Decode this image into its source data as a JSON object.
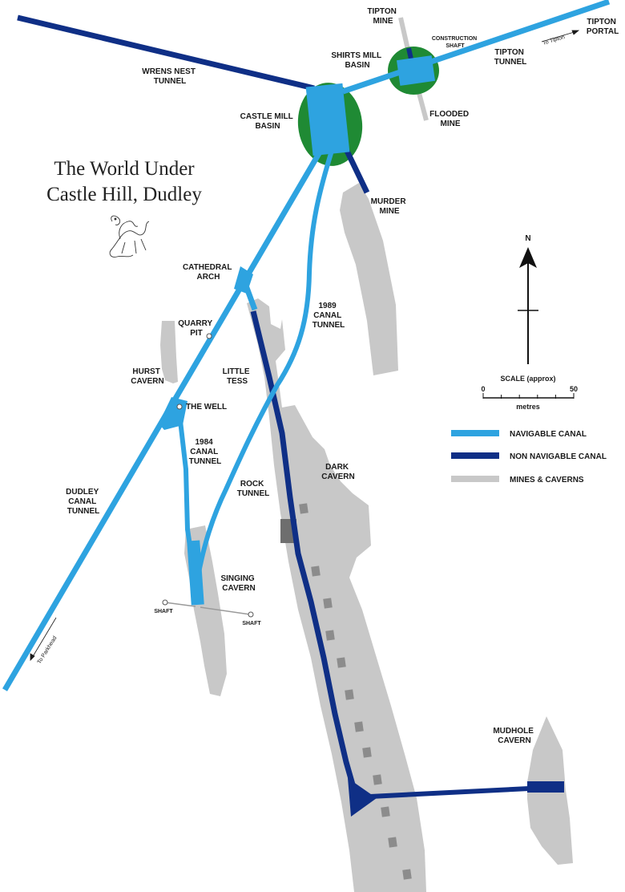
{
  "title_line1": "The World Under",
  "title_line2": "Castle Hill, Dudley",
  "colors": {
    "navigable": "#2ea3e0",
    "non_navigable": "#0f2f86",
    "mines": "#c8c8c8",
    "basin_green": "#1f8a34",
    "label": "#1a1a1a"
  },
  "labels": {
    "tipton_mine": [
      "TIPTON",
      "MINE"
    ],
    "construction_shaft": [
      "CONSTRUCTION",
      "SHAFT"
    ],
    "tipton_portal": [
      "TIPTON",
      "PORTAL"
    ],
    "to_tipton": "To Tipton",
    "tipton_tunnel": [
      "TIPTON",
      "TUNNEL"
    ],
    "shirts_mill_basin": [
      "SHIRTS MILL",
      "BASIN"
    ],
    "wrens_nest_tunnel": [
      "WRENS NEST",
      "TUNNEL"
    ],
    "castle_mill_basin": [
      "CASTLE MILL",
      "BASIN"
    ],
    "flooded_mine": [
      "FLOODED",
      "MINE"
    ],
    "murder_mine": [
      "MURDER",
      "MINE"
    ],
    "cathedral_arch": [
      "CATHEDRAL",
      "ARCH"
    ],
    "quarry_pit": [
      "QUARRY",
      "PIT"
    ],
    "canal_tunnel_1989": [
      "1989",
      "CANAL",
      "TUNNEL"
    ],
    "hurst_cavern": [
      "HURST",
      "CAVERN"
    ],
    "little_tess": [
      "LITTLE",
      "TESS"
    ],
    "the_well": "THE WELL",
    "canal_tunnel_1984": [
      "1984",
      "CANAL",
      "TUNNEL"
    ],
    "dark_cavern": [
      "DARK",
      "CAVERN"
    ],
    "dudley_canal_tunnel": [
      "DUDLEY",
      "CANAL",
      "TUNNEL"
    ],
    "rock_tunnel": [
      "ROCK",
      "TUNNEL"
    ],
    "singing_cavern": [
      "SINGING",
      "CAVERN"
    ],
    "shaft_left": "SHAFT",
    "shaft_right": "SHAFT",
    "to_parkhead": "To Parkhead",
    "mudhole_cavern": [
      "MUDHOLE",
      "CAVERN"
    ]
  },
  "compass": {
    "north": "N"
  },
  "scale": {
    "title": "SCALE (approx)",
    "min": "0",
    "max": "50",
    "unit": "metres"
  },
  "legend": [
    {
      "label": "NAVIGABLE CANAL",
      "color": "#2ea3e0"
    },
    {
      "label": "NON NAVIGABLE CANAL",
      "color": "#0f2f86"
    },
    {
      "label": "MINES & CAVERNS",
      "color": "#c8c8c8"
    }
  ]
}
